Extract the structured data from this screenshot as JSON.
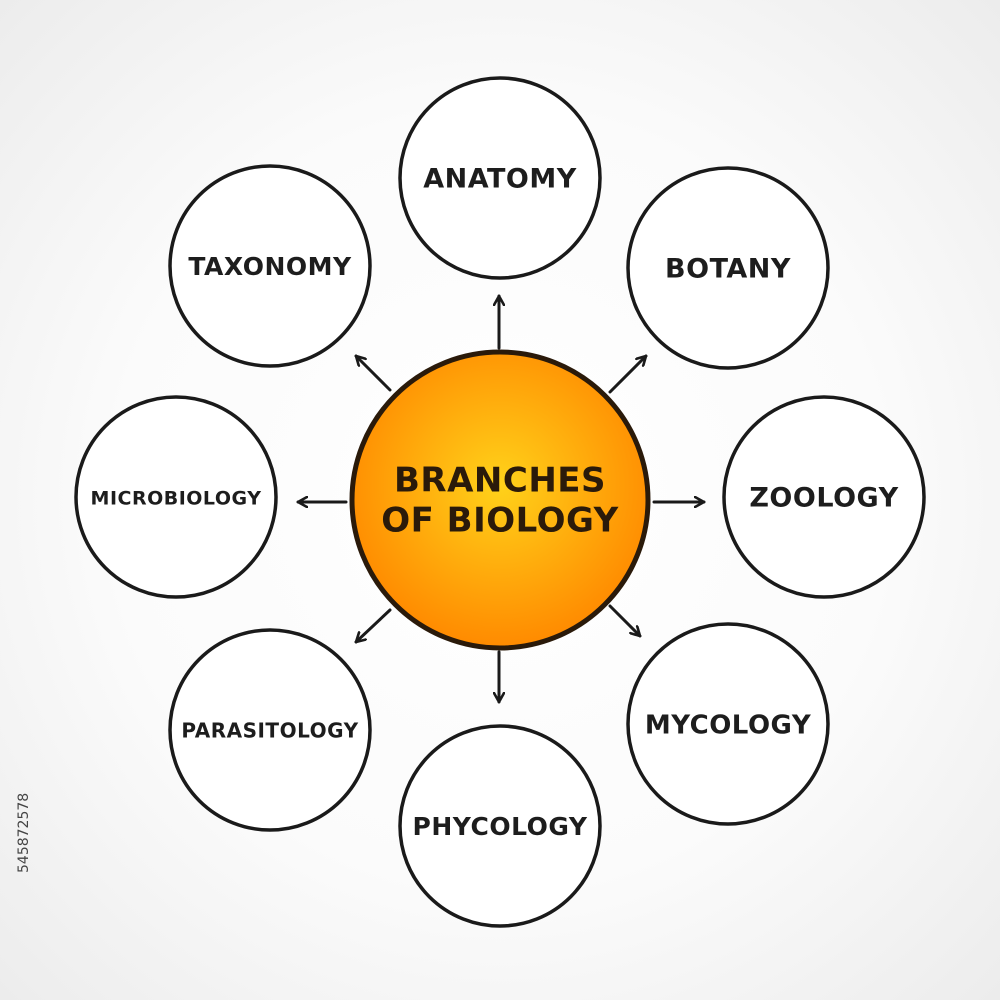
{
  "diagram": {
    "center": {
      "lines": [
        "BRANCHES",
        "OF BIOLOGY"
      ]
    },
    "branches": [
      {
        "id": "anatomy",
        "label": "ANATOMY"
      },
      {
        "id": "botany",
        "label": "BOTANY"
      },
      {
        "id": "zoology",
        "label": "ZOOLOGY"
      },
      {
        "id": "mycology",
        "label": "MYCOLOGY"
      },
      {
        "id": "phycology",
        "label": "PHYCOLOGY"
      },
      {
        "id": "parasitology",
        "label": "PARASITOLOGY"
      },
      {
        "id": "microbiology",
        "label": "MICROBIOLOGY"
      },
      {
        "id": "taxonomy",
        "label": "TAXONOMY"
      }
    ]
  },
  "watermark": {
    "id": "545872578"
  },
  "colors": {
    "center_fill_inner": "#ffd21a",
    "center_fill_outer": "#ff8a00",
    "outline": "#1a1a1a"
  }
}
